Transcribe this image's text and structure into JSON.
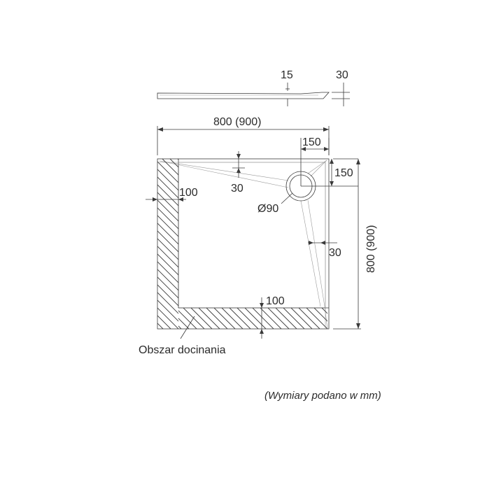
{
  "dimensions": {
    "top_depth_15": "15",
    "top_thickness_30": "30",
    "width": "800 (900)",
    "drain_x": "150",
    "drain_y": "150",
    "inner_offset_30": "30",
    "drain_diameter": "Ø90",
    "left_trim": "100",
    "right_offset_30": "30",
    "height": "800 (900)",
    "bottom_trim": "100"
  },
  "labels": {
    "trim_area": "Obszar docinania",
    "units_note": "(Wymiary podano w mm)"
  }
}
